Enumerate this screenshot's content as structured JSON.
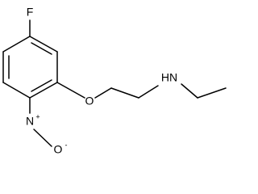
{
  "molecule": {
    "atoms": {
      "fluorine": "F",
      "ether_oxygen": "O",
      "amine": "HN",
      "nitro_nitrogen": "N",
      "nitro_plus": "+",
      "nitro_oxygen": "O",
      "nitro_minus": "-"
    },
    "colors": {
      "bond": "#000000",
      "text": "#000000",
      "background": "#ffffff"
    }
  }
}
